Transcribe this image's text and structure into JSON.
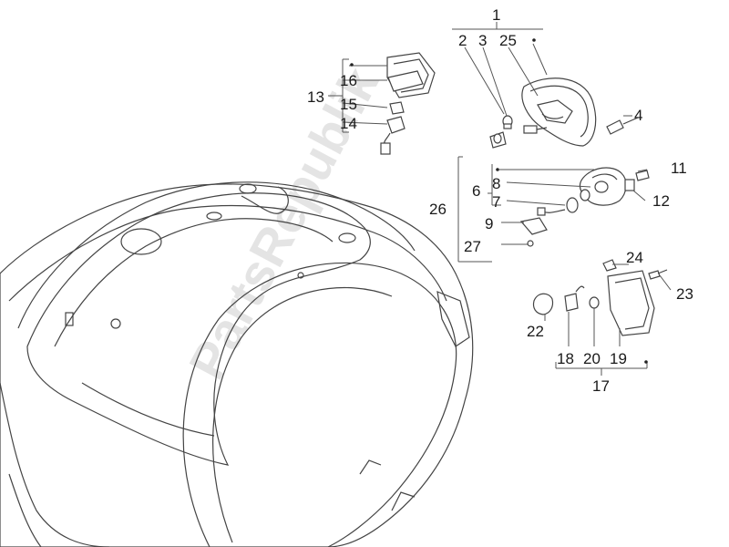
{
  "watermark": "PartsRepublik",
  "labels": {
    "l1": "1",
    "l2": "2",
    "l3": "3",
    "l4": "4",
    "l6": "6",
    "l7": "7",
    "l8": "8",
    "l9": "9",
    "l11": "11",
    "l12": "12",
    "l13": "13",
    "l14": "14",
    "l15": "15",
    "l16": "16",
    "l17": "17",
    "l18": "18",
    "l19": "19",
    "l20": "20",
    "l22": "22",
    "l23": "23",
    "l24": "24",
    "l25": "25",
    "l26": "26",
    "l27": "27"
  }
}
